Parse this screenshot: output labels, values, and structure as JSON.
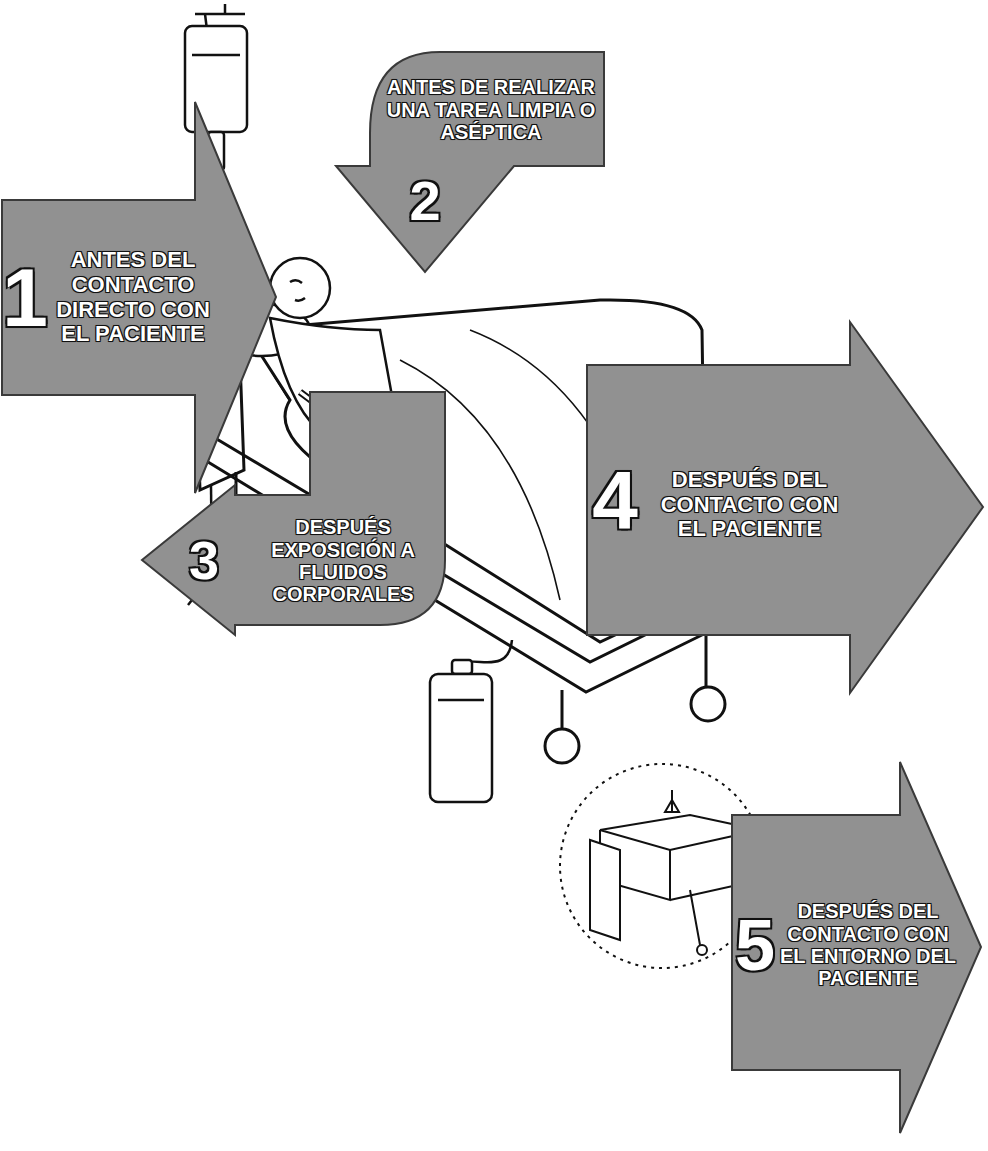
{
  "diagram": {
    "nodes": [
      {
        "text": [
          "1",
          "ANTES DEL CONTACTO DIRECTO CON EL PACIENTE"
        ]
      },
      {
        "text": [
          "2",
          "ANTES DE REALIZAR UNA TAREA LIMPIA O ASÉPTICA"
        ]
      },
      {
        "text": [
          "3",
          "DESPUÉS EXPOSICIÓN A FLUIDOS CORPORALES"
        ]
      },
      {
        "text": [
          "4",
          "DESPUÉS DEL CONTACTO CON EL PACIENTE"
        ]
      },
      {
        "text": [
          "5",
          "DESPUÉS DEL CONTACTO CON EL ENTORNO DEL PACIENTE"
        ]
      }
    ]
  }
}
